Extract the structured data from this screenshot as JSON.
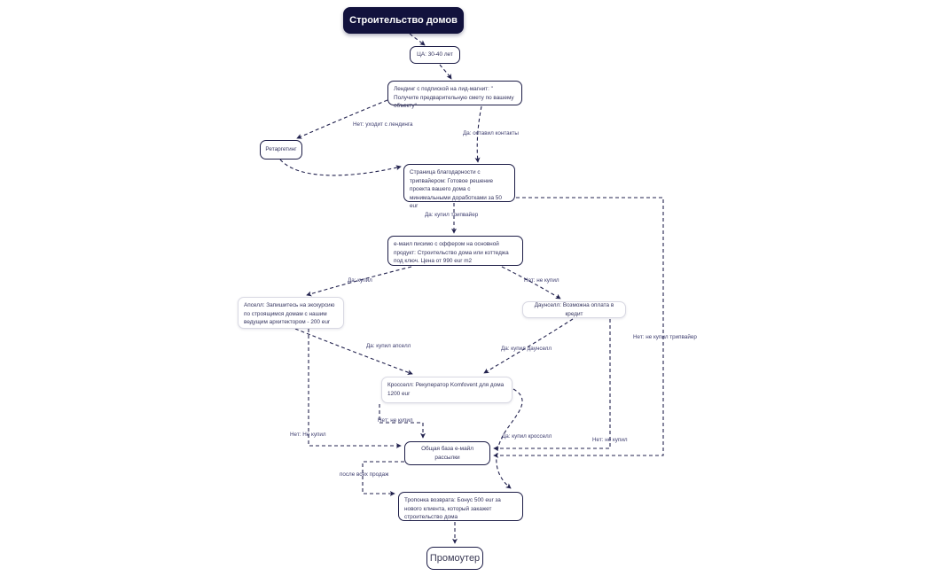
{
  "diagram_title": "Строительство домов",
  "nodes": {
    "title": {
      "label": "Строительство домов"
    },
    "audience": {
      "label": "ЦА: 30-40 лет"
    },
    "landing": {
      "label": "Лендинг с подпиской на лид-магнит: \" Получите предварительную смету по вашему объекту\""
    },
    "retargeting": {
      "label": "Ретаргетинг"
    },
    "thankyou": {
      "label": "Страница благодарности с трипвайером: Готовое решение проекта вашего дома с минимальными доработками за 50 eur"
    },
    "email": {
      "label": "е-маил писимо с оффером на основной продукт: Строительство дома или коттеджа под ключ. Цена от 990 eur m2"
    },
    "upsell": {
      "label": "Апселл: Запишитесь на экскурсию по строящимся домам с нашим ведущим архитектором - 200 eur"
    },
    "downsell": {
      "label": "Даунселл: Возможна оплата в кредит"
    },
    "crosssell": {
      "label": "Кросселл: Рекуператор Komfovent для дома 1200 eur"
    },
    "database": {
      "label": "Общая база е-майл рассылки"
    },
    "bonus": {
      "label": "Тропонка возврата: Бонус 500 eur за нового клиента, который закажет строительство дома"
    },
    "promoter": {
      "label": "Промоутер"
    }
  },
  "labels": {
    "no_leave_landing": "Нет: уходит с лендинга",
    "yes_contacts": "Да: оставил контакты",
    "yes_tripwire": "Да: купил трипвайер",
    "yes_main": "Да: купил",
    "no_main": "Нет: не купил",
    "yes_upsell": "Да: купил апселл",
    "yes_downsell": "Да: купил даунселл",
    "no_tripwire": "Нет: не купил трипвайер",
    "no_crosssell": "Нет: не купил",
    "no_upsell": "Нет: Не купил",
    "yes_crosssell": "Да: купил кросселл",
    "no_downsell": "Нет: не купил",
    "after_sales": "после всех продаж"
  },
  "colors": {
    "accent_dark": "#12123d",
    "line": "#23234f",
    "light_border": "#d9d9e3"
  }
}
